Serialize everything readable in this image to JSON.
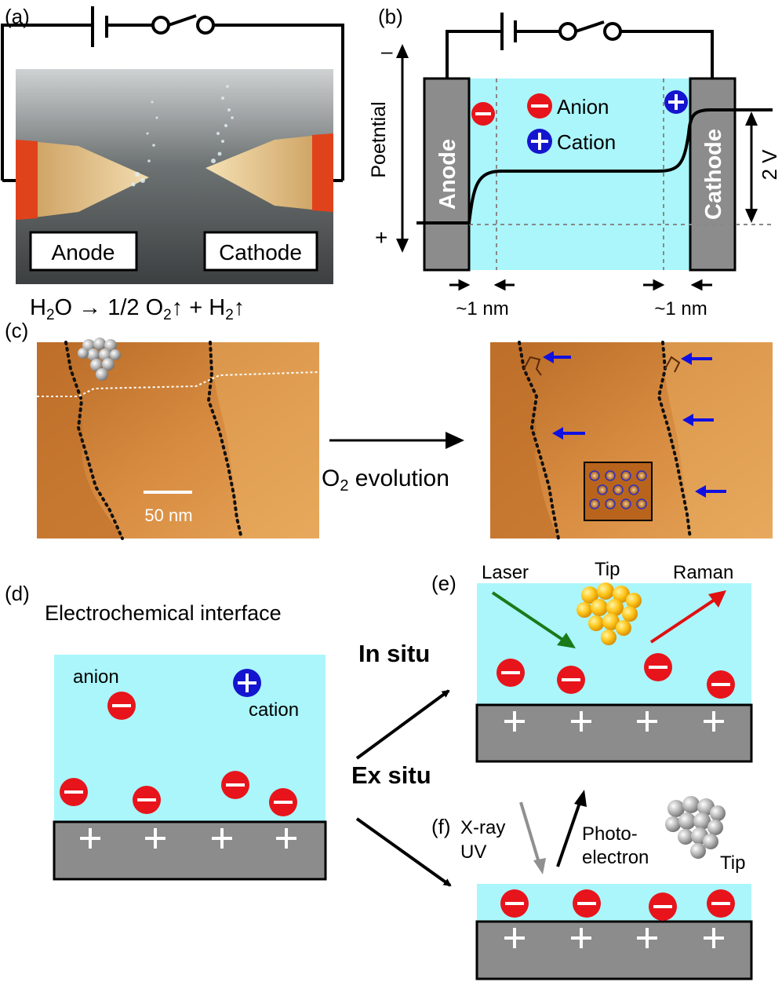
{
  "panels": {
    "a": "(a)",
    "b": "(b)",
    "c": "(c)",
    "d": "(d)",
    "e": "(e)",
    "f": "(f)"
  },
  "panel_a": {
    "anode_label": "Anode",
    "cathode_label": "Cathode",
    "equation": {
      "p1": "H",
      "s1": "2",
      "p2": "O → 1/2 O",
      "s2": "2",
      "p3": "↑ + H",
      "s3": "2",
      "p4": "↑"
    }
  },
  "panel_b": {
    "anode_label": "Anode",
    "cathode_label": "Cathode",
    "legend_anion": "Anion",
    "legend_cation": "Cation",
    "axis_label": "Poetntial",
    "axis_minus": "–",
    "axis_plus": "+",
    "voltage": "2 V",
    "gap_left": "~1 nm",
    "gap_right": "~1 nm"
  },
  "panel_c": {
    "scale_bar": "50 nm",
    "arrow_label": {
      "p1": "O",
      "s1": "2",
      "p2": " evolution"
    }
  },
  "panel_d": {
    "title": "Electrochemical interface",
    "anion": "anion",
    "cation": "cation"
  },
  "panel_e": {
    "laser": "Laser",
    "tip": "Tip",
    "raman": "Raman",
    "in_situ": "In situ"
  },
  "panel_f": {
    "xray": "X-ray",
    "uv": "UV",
    "photo1": "Photo-",
    "photo2": "electron",
    "tip": "Tip",
    "ex_situ": "Ex situ"
  },
  "colors": {
    "electrolyte": "#aaf6fb",
    "electrode": "#8c8c8c",
    "anion": "#e8141b",
    "cation": "#1515cf",
    "laser_arrow": "#1a7a1a",
    "raman_arrow": "#e01010",
    "xray_arrow": "#909090",
    "stm_blue_arrow": "#1010e0",
    "stm_surface": "#cf7a2f"
  },
  "icons": [
    "battery-icon",
    "switch-icon",
    "anion-icon",
    "cation-icon",
    "gold-tip-icon",
    "silver-tip-icon"
  ]
}
